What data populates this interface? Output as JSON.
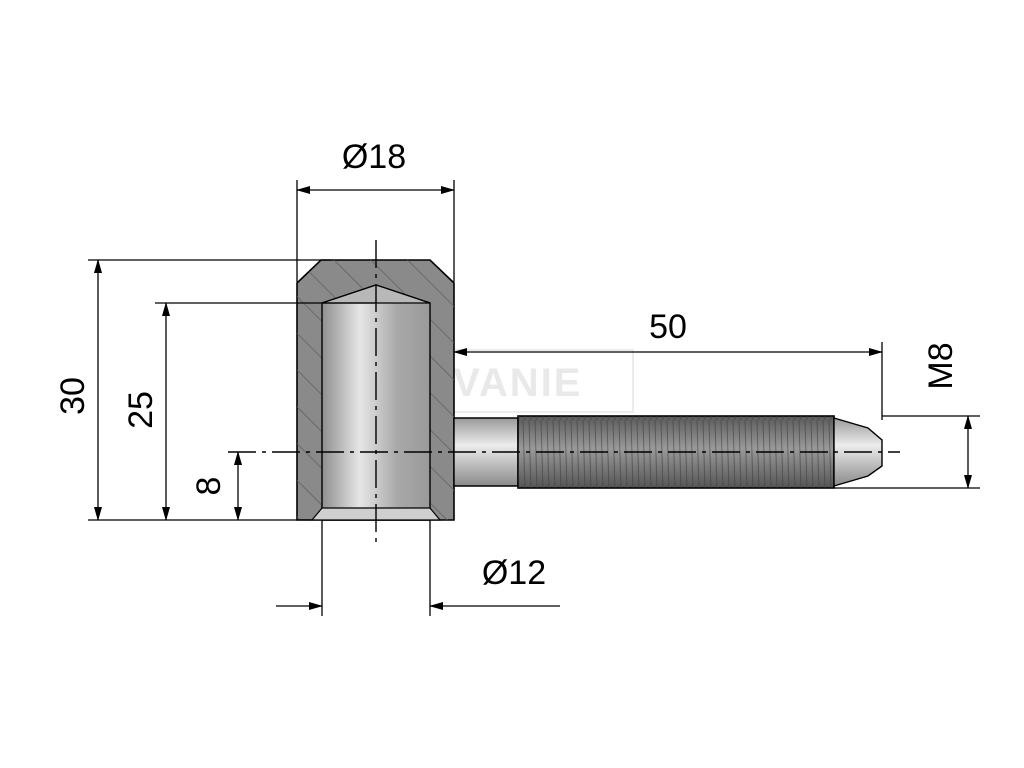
{
  "colors": {
    "line": "#000000",
    "body_fill": "#8a8a8a",
    "hatch": "#5c5c5c",
    "thread": "#6e6e6e",
    "watermark": "#e9e9e9"
  },
  "dimensions": {
    "outer_diameter": "Ø18",
    "bore_diameter": "Ø12",
    "pin_length": "50",
    "thread": "M8",
    "total_height": "30",
    "bore_depth": "25",
    "pin_offset": "8"
  },
  "watermark": {
    "text": "OVANIE"
  }
}
